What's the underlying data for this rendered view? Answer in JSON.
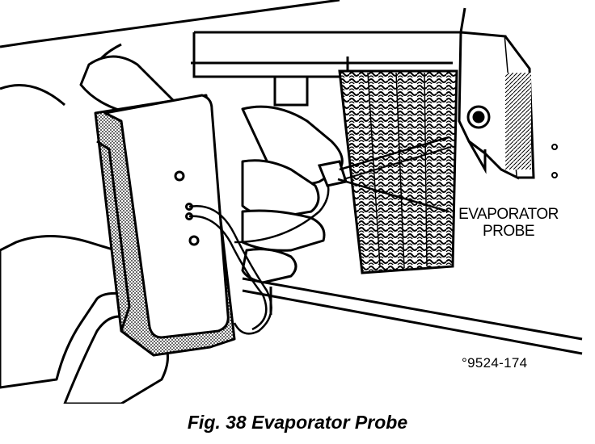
{
  "figure": {
    "callout": {
      "line1": "EVAPORATOR",
      "line2": "PROBE"
    },
    "illustration_number": "°9524-174",
    "caption": "Fig. 38 Evaporator Probe"
  }
}
